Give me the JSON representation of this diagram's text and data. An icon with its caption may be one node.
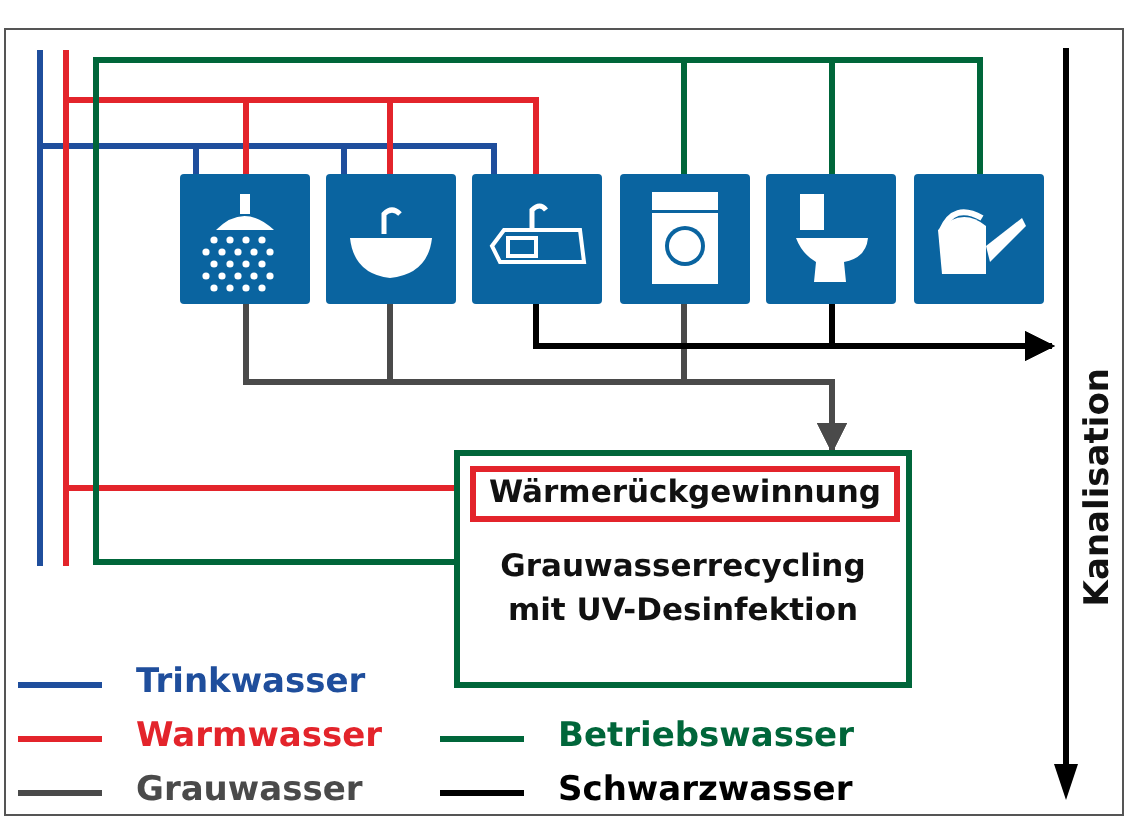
{
  "diagram": {
    "nodes": [
      {
        "text": [],
        "shape": "picture"
      },
      {
        "text": [],
        "shape": "picture"
      },
      {
        "text": [],
        "shape": "picture"
      },
      {
        "text": [],
        "shape": "picture"
      },
      {
        "text": [],
        "shape": "picture"
      },
      {
        "text": [],
        "shape": "picture"
      },
      {
        "text": [
          "Grauwasserrecycling mit UV-Desinfektion"
        ]
      },
      {
        "text": [
          "Wärmerückgewinnung"
        ],
        "in": 6
      },
      {
        "text": [
          "Kanalisation"
        ]
      }
    ],
    "edges": [
      {
        "from": null,
        "to": 0,
        "arrow": "none",
        "color": "#1f4e9c"
      },
      {
        "from": null,
        "to": 1,
        "arrow": "none",
        "color": "#1f4e9c"
      },
      {
        "from": null,
        "to": 2,
        "arrow": "none",
        "color": "#1f4e9c"
      },
      {
        "from": 7,
        "to": 0,
        "arrow": "none",
        "color": "#e3242b"
      },
      {
        "from": 7,
        "to": 1,
        "arrow": "none",
        "color": "#e3242b"
      },
      {
        "from": 7,
        "to": 2,
        "arrow": "none",
        "color": "#e3242b"
      },
      {
        "from": 6,
        "to": 3,
        "arrow": "none",
        "color": "#00663a"
      },
      {
        "from": 6,
        "to": 4,
        "arrow": "none",
        "color": "#00663a"
      },
      {
        "from": 6,
        "to": 5,
        "arrow": "none",
        "color": "#00663a"
      },
      {
        "from": 0,
        "to": 6,
        "arrow": "to",
        "color": "#4a4a4a"
      },
      {
        "from": 1,
        "to": 6,
        "arrow": "to",
        "color": "#4a4a4a"
      },
      {
        "from": 3,
        "to": 6,
        "arrow": "to",
        "color": "#4a4a4a"
      },
      {
        "from": 2,
        "to": 8,
        "arrow": "to",
        "color": "#000000"
      },
      {
        "from": 4,
        "to": 8,
        "arrow": "to",
        "color": "#000000"
      }
    ],
    "legend": [
      {
        "text": "Trinkwasser",
        "color": "#1f4e9c"
      },
      {
        "text": "Warmwasser",
        "color": "#e3242b"
      },
      {
        "text": "Grauwasser",
        "color": "#4a4a4a"
      },
      {
        "text": "Betriebswasser",
        "color": "#00663a"
      },
      {
        "text": "Schwarzwasser",
        "color": "#000000"
      }
    ]
  }
}
